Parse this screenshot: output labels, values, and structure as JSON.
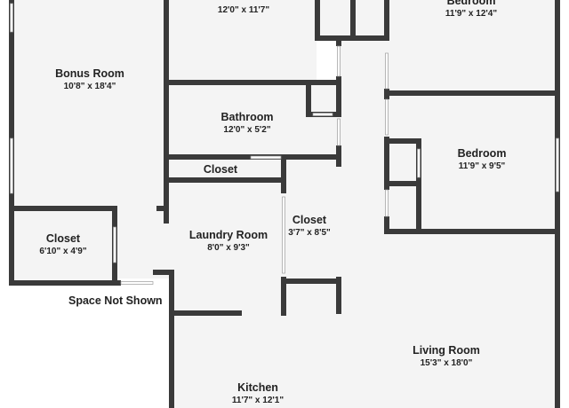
{
  "rooms": {
    "top_center_room": {
      "name": "",
      "dims": "12'0\" x 11'7\""
    },
    "top_bedroom": {
      "name": "Bedroom",
      "dims": "11'9\" x 12'4\""
    },
    "bonus_room": {
      "name": "Bonus Room",
      "dims": "10'8\" x 18'4\""
    },
    "bathroom": {
      "name": "Bathroom",
      "dims": "12'0\" x 5'2\""
    },
    "bedroom": {
      "name": "Bedroom",
      "dims": "11'9\" x 9'5\""
    },
    "hall_closet": {
      "name": "Closet",
      "dims": ""
    },
    "left_closet": {
      "name": "Closet",
      "dims": "6'10\" x 4'9\""
    },
    "laundry_room": {
      "name": "Laundry Room",
      "dims": "8'0\" x 9'3\""
    },
    "center_closet": {
      "name": "Closet",
      "dims": "3'7\" x 8'5\""
    },
    "living_room": {
      "name": "Living Room",
      "dims": "15'3\" x 18'0\""
    },
    "kitchen": {
      "name": "Kitchen",
      "dims": "11'7\" x 12'1\""
    }
  },
  "labels": {
    "space_not_shown": "Space Not Shown"
  },
  "colors": {
    "wall": "#3a3a3a",
    "floor": "#f4f4f4",
    "background": "#ffffff",
    "text": "#222222",
    "window": "#ffffff"
  }
}
